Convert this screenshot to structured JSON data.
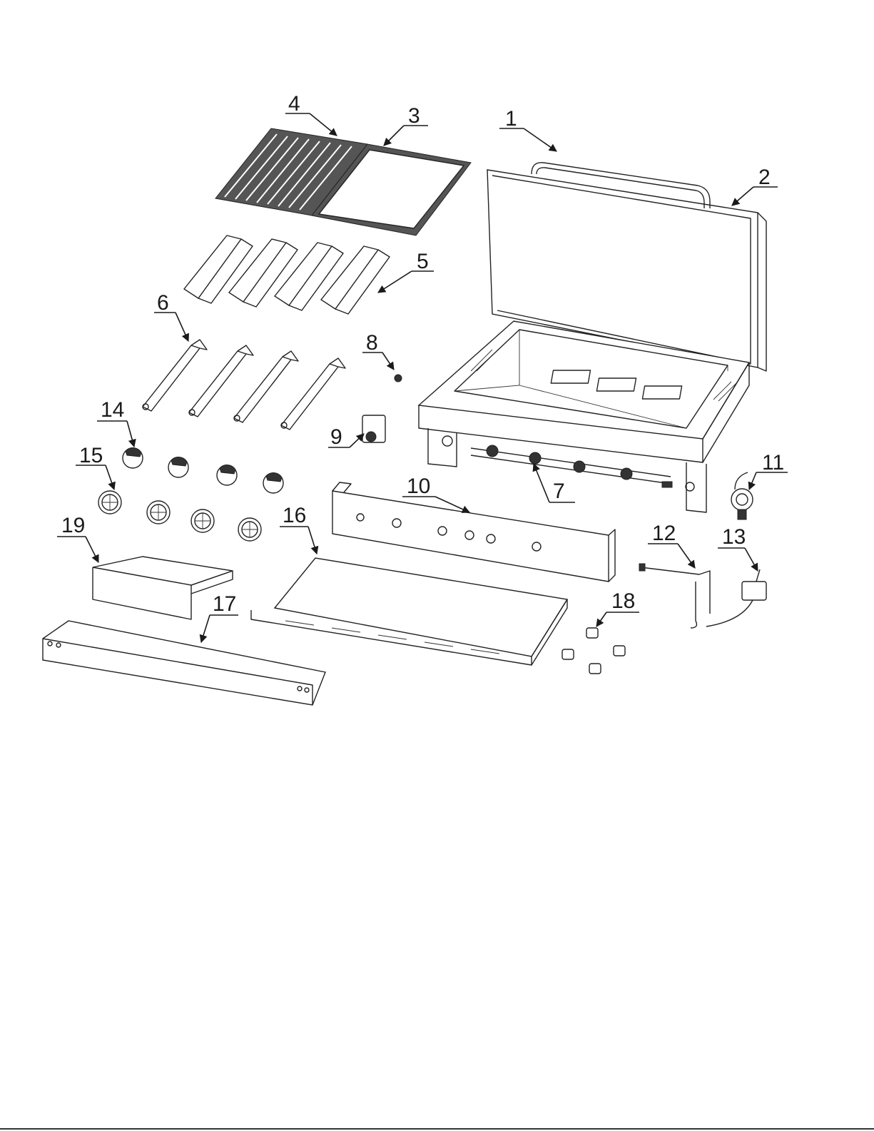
{
  "callouts": [
    {
      "id": "1"
    },
    {
      "id": "2"
    },
    {
      "id": "3"
    },
    {
      "id": "4"
    },
    {
      "id": "5"
    },
    {
      "id": "6"
    },
    {
      "id": "7"
    },
    {
      "id": "8"
    },
    {
      "id": "9"
    },
    {
      "id": "10"
    },
    {
      "id": "11"
    },
    {
      "id": "12"
    },
    {
      "id": "13"
    },
    {
      "id": "14"
    },
    {
      "id": "15"
    },
    {
      "id": "16"
    },
    {
      "id": "17"
    },
    {
      "id": "18"
    },
    {
      "id": "19"
    }
  ]
}
